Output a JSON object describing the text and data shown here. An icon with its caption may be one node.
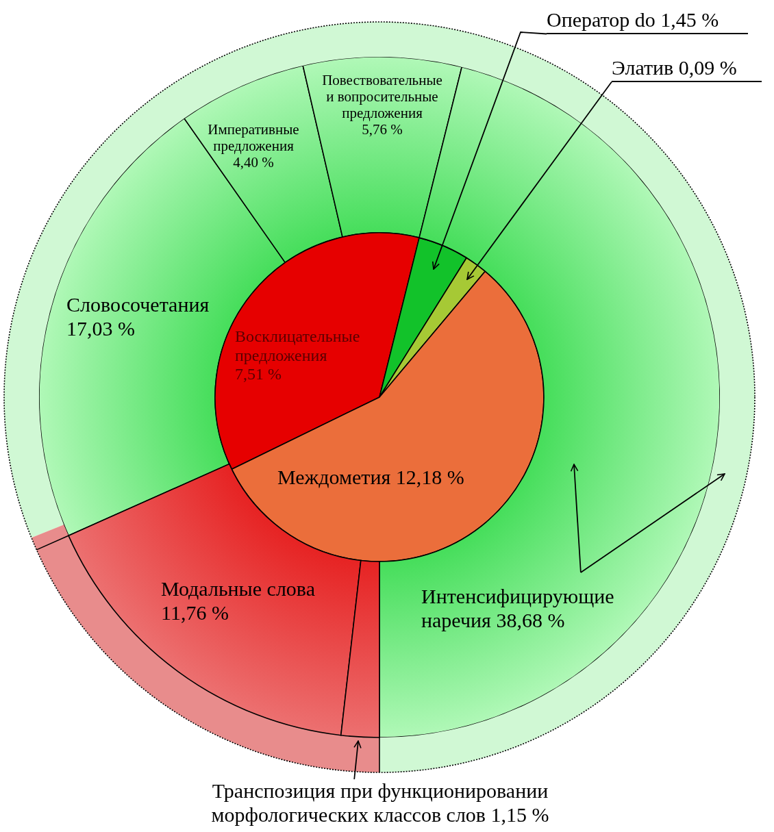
{
  "diagram": {
    "nodes": [
      {
        "text": [
          "Словосочетания 17,03 %"
        ]
      },
      {
        "text": [
          "Императивные предложения 4,40 %"
        ]
      },
      {
        "text": [
          "Повествовательные и вопросительные предложения 5,76 %"
        ]
      },
      {
        "text": [
          "Оператор do 1,45 %"
        ]
      },
      {
        "text": [
          "Элатив 0,09 %"
        ]
      },
      {
        "text": [
          "Восклицательные предложения 7,51 %"
        ]
      },
      {
        "text": [],
        "shape": "sector"
      },
      {
        "text": [],
        "shape": "sector"
      },
      {
        "text": [
          "Междометия 12,18 %"
        ]
      },
      {
        "text": [],
        "shape": "sector"
      },
      {
        "text": [
          "Интенсифицирующие наречия 38,68 %"
        ],
        "in": 9
      },
      {
        "text": [],
        "shape": "ring"
      },
      {
        "text": [],
        "shape": "ring"
      },
      {
        "text": [
          "Модальные слова 11,76 %"
        ]
      },
      {
        "text": [],
        "shape": "sector"
      },
      {
        "text": [
          "Транспозиция при функционировании морфологических классов слов 1,15 %"
        ]
      }
    ],
    "edges": [
      {
        "from": 3,
        "to": 6,
        "arrow": "to"
      },
      {
        "from": 4,
        "to": 7,
        "arrow": "to"
      },
      {
        "from": 10,
        "to": 9,
        "arrow": "to"
      },
      {
        "from": 10,
        "to": 11,
        "arrow": "to"
      },
      {
        "from": 15,
        "to": 14,
        "arrow": "to"
      }
    ]
  }
}
